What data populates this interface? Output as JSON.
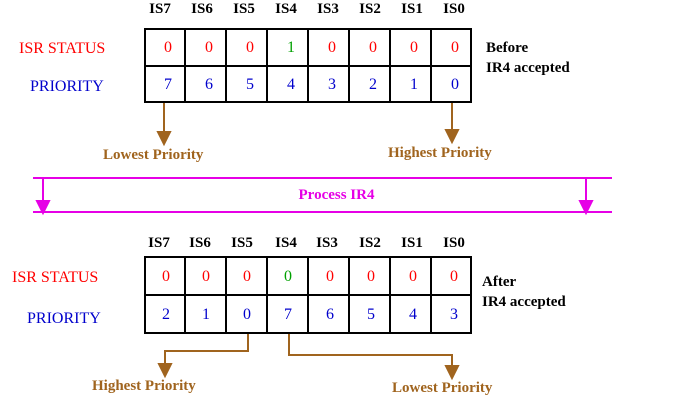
{
  "headers": [
    "IS7",
    "IS6",
    "IS5",
    "IS4",
    "IS3",
    "IS2",
    "IS1",
    "IS0"
  ],
  "labels": {
    "isr_status": "ISR STATUS",
    "priority": "PRIORITY"
  },
  "before": {
    "isr": [
      "0",
      "0",
      "0",
      "1",
      "0",
      "0",
      "0",
      "0"
    ],
    "priority": [
      "7",
      "6",
      "5",
      "4",
      "3",
      "2",
      "1",
      "0"
    ],
    "note_line1": "Before",
    "note_line2": "IR4 accepted",
    "lowest_label": "Lowest Priority",
    "highest_label": "Highest Priority"
  },
  "process_label": "Process IR4",
  "after": {
    "isr": [
      "0",
      "0",
      "0",
      "0",
      "0",
      "0",
      "0",
      "0"
    ],
    "priority": [
      "2",
      "1",
      "0",
      "7",
      "6",
      "5",
      "4",
      "3"
    ],
    "note_line1": "After",
    "note_line2": "IR4 accepted",
    "highest_label": "Highest Priority",
    "lowest_label": "Lowest Priority"
  },
  "colors": {
    "isr_text": "#ff0000",
    "isr_set": "#00a000",
    "priority_text": "#0000cc",
    "arrow": "#a0641e",
    "band": "#e600e6"
  }
}
